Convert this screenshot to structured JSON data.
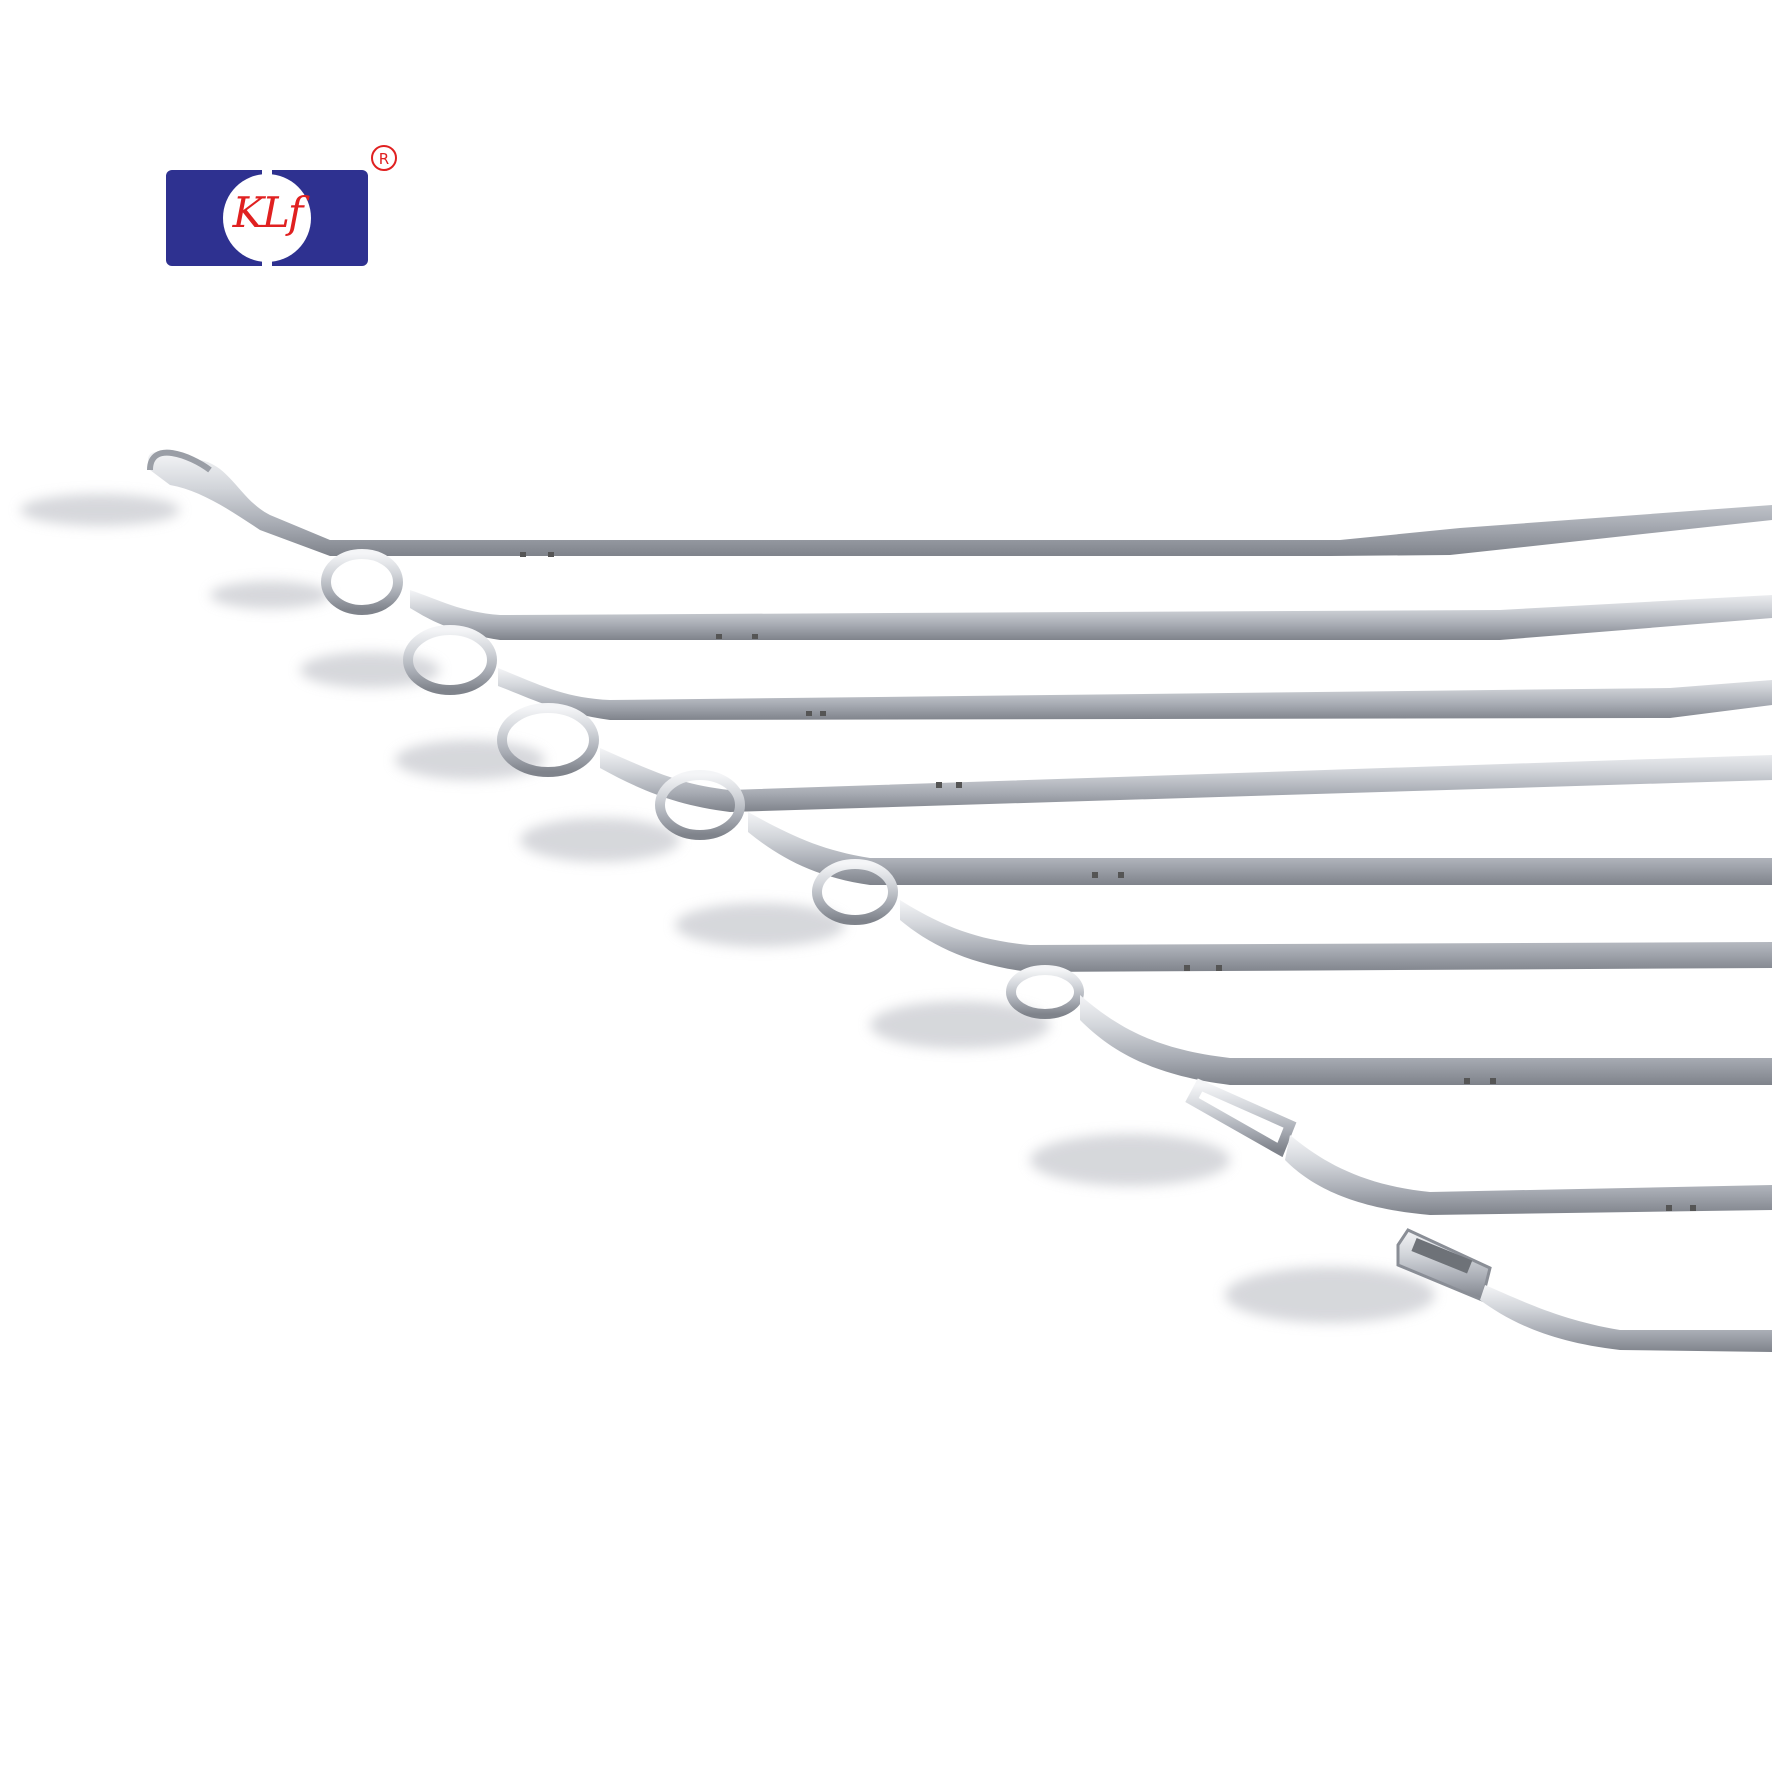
{
  "brand": {
    "logo_text": "KLf",
    "registered_mark": "®",
    "colors": {
      "logo_blue": "#2e3190",
      "logo_red": "#e02020",
      "logo_circle": "#ffffff"
    }
  },
  "photo": {
    "subject": "surgical-forceps",
    "instrument_count": 9,
    "colors": {
      "steel_light": "#e6e8ec",
      "steel_mid": "#b8bcc4",
      "steel_dark": "#8a8e96",
      "shadow": "#c9cbd0"
    }
  }
}
